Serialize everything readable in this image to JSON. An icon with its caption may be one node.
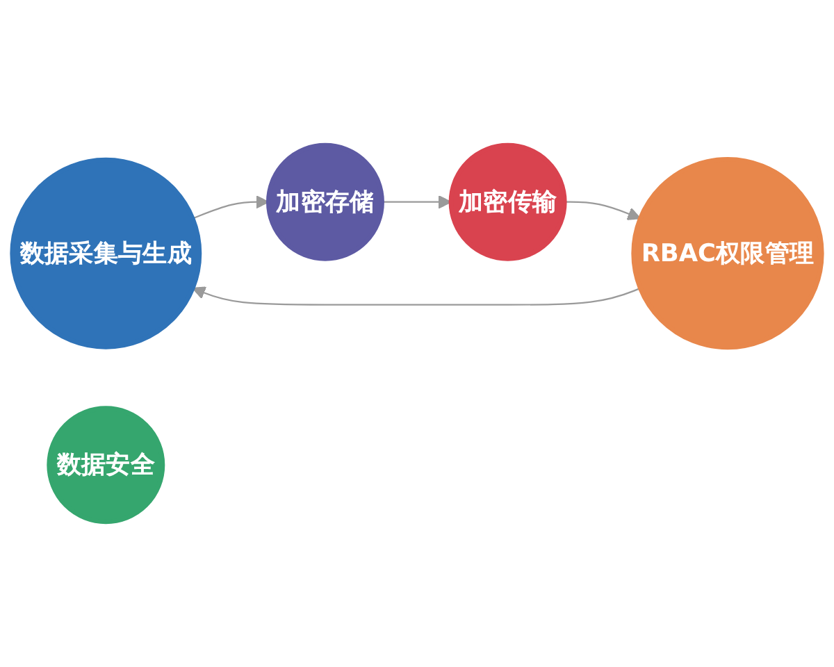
{
  "diagram": {
    "nodes": [
      {
        "text": [
          "数据采集与生成"
        ]
      },
      {
        "text": [
          "加密存储"
        ]
      },
      {
        "text": [
          "数据安全"
        ]
      },
      {
        "text": [
          "RBAC权限管理"
        ]
      },
      {
        "text": [
          "加密传输"
        ]
      }
    ],
    "edges": [
      {
        "from": 0,
        "to": 1,
        "arrow": "to"
      },
      {
        "from": 1,
        "to": 4,
        "arrow": "to"
      },
      {
        "from": 4,
        "to": 3,
        "arrow": "to"
      },
      {
        "from": 3,
        "to": 0,
        "arrow": "to"
      }
    ]
  }
}
